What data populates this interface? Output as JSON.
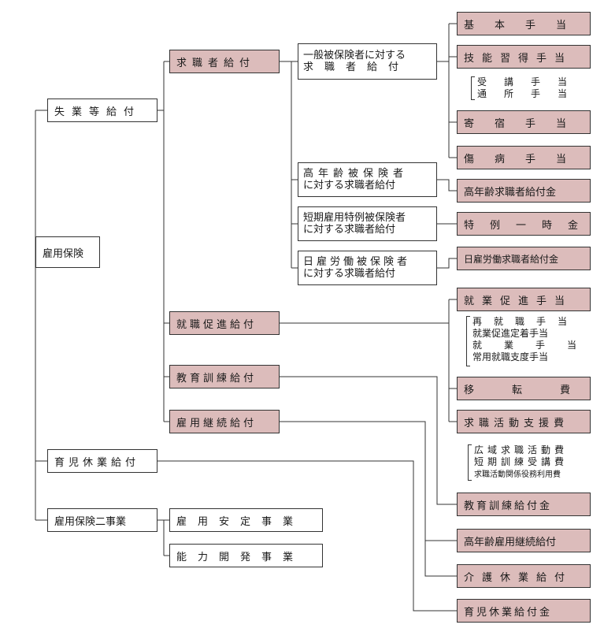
{
  "root": "雇用保険",
  "level1": {
    "shitsugyo": "失業等給付",
    "ikuji": "育児休業給付",
    "nijigyo": "雇用保険二事業"
  },
  "level2": {
    "kyushoku": "求職者給付",
    "shushoku": "就職促進給付",
    "kyoiku": "教育訓練給付",
    "keizoku": "雇用継続給付",
    "antei": "雇用安定事業",
    "noryoku": "能力開発事業"
  },
  "level3": {
    "ippan": [
      "一般被保険者に対する",
      "求職者給付"
    ],
    "konenrei": [
      "高年齢被保険者",
      "に対する求職者給付"
    ],
    "tanki": [
      "短期雇用特例被保険者",
      "に対する求職者給付"
    ],
    "hiyatoi": [
      "日雇労働被保険者",
      "に対する求職者給付"
    ]
  },
  "leaves": {
    "kihon": "基本手当",
    "gino": "技能習得手当",
    "jukou": "受講手当",
    "tsusho": "通所手当",
    "kishuku": "寄宿手当",
    "shobyo": "傷病手当",
    "konenrei_kin": "高年齢求職者給付金",
    "tokurei": "特例一時金",
    "hiyatoi_kin": "日雇労働求職者給付金",
    "shugyo": "就業促進手当",
    "sai": "再就職手当",
    "teichaku": "就業促進定着手当",
    "shugyo_teate": "就業手当",
    "joyo": "常用就職支度手当",
    "iten": "移転費",
    "katsudo": "求職活動支援費",
    "koiki": "広域求職活動費",
    "tanki_kunren": "短期訓練受講費",
    "riyo": "求職活動関係役務利用費",
    "kyoiku_kin": "教育訓練給付金",
    "konenrei_keizoku": "高年齢雇用継続給付",
    "kaigo": "介護休業給付",
    "ikuji_kin": "育児休業給付金"
  }
}
